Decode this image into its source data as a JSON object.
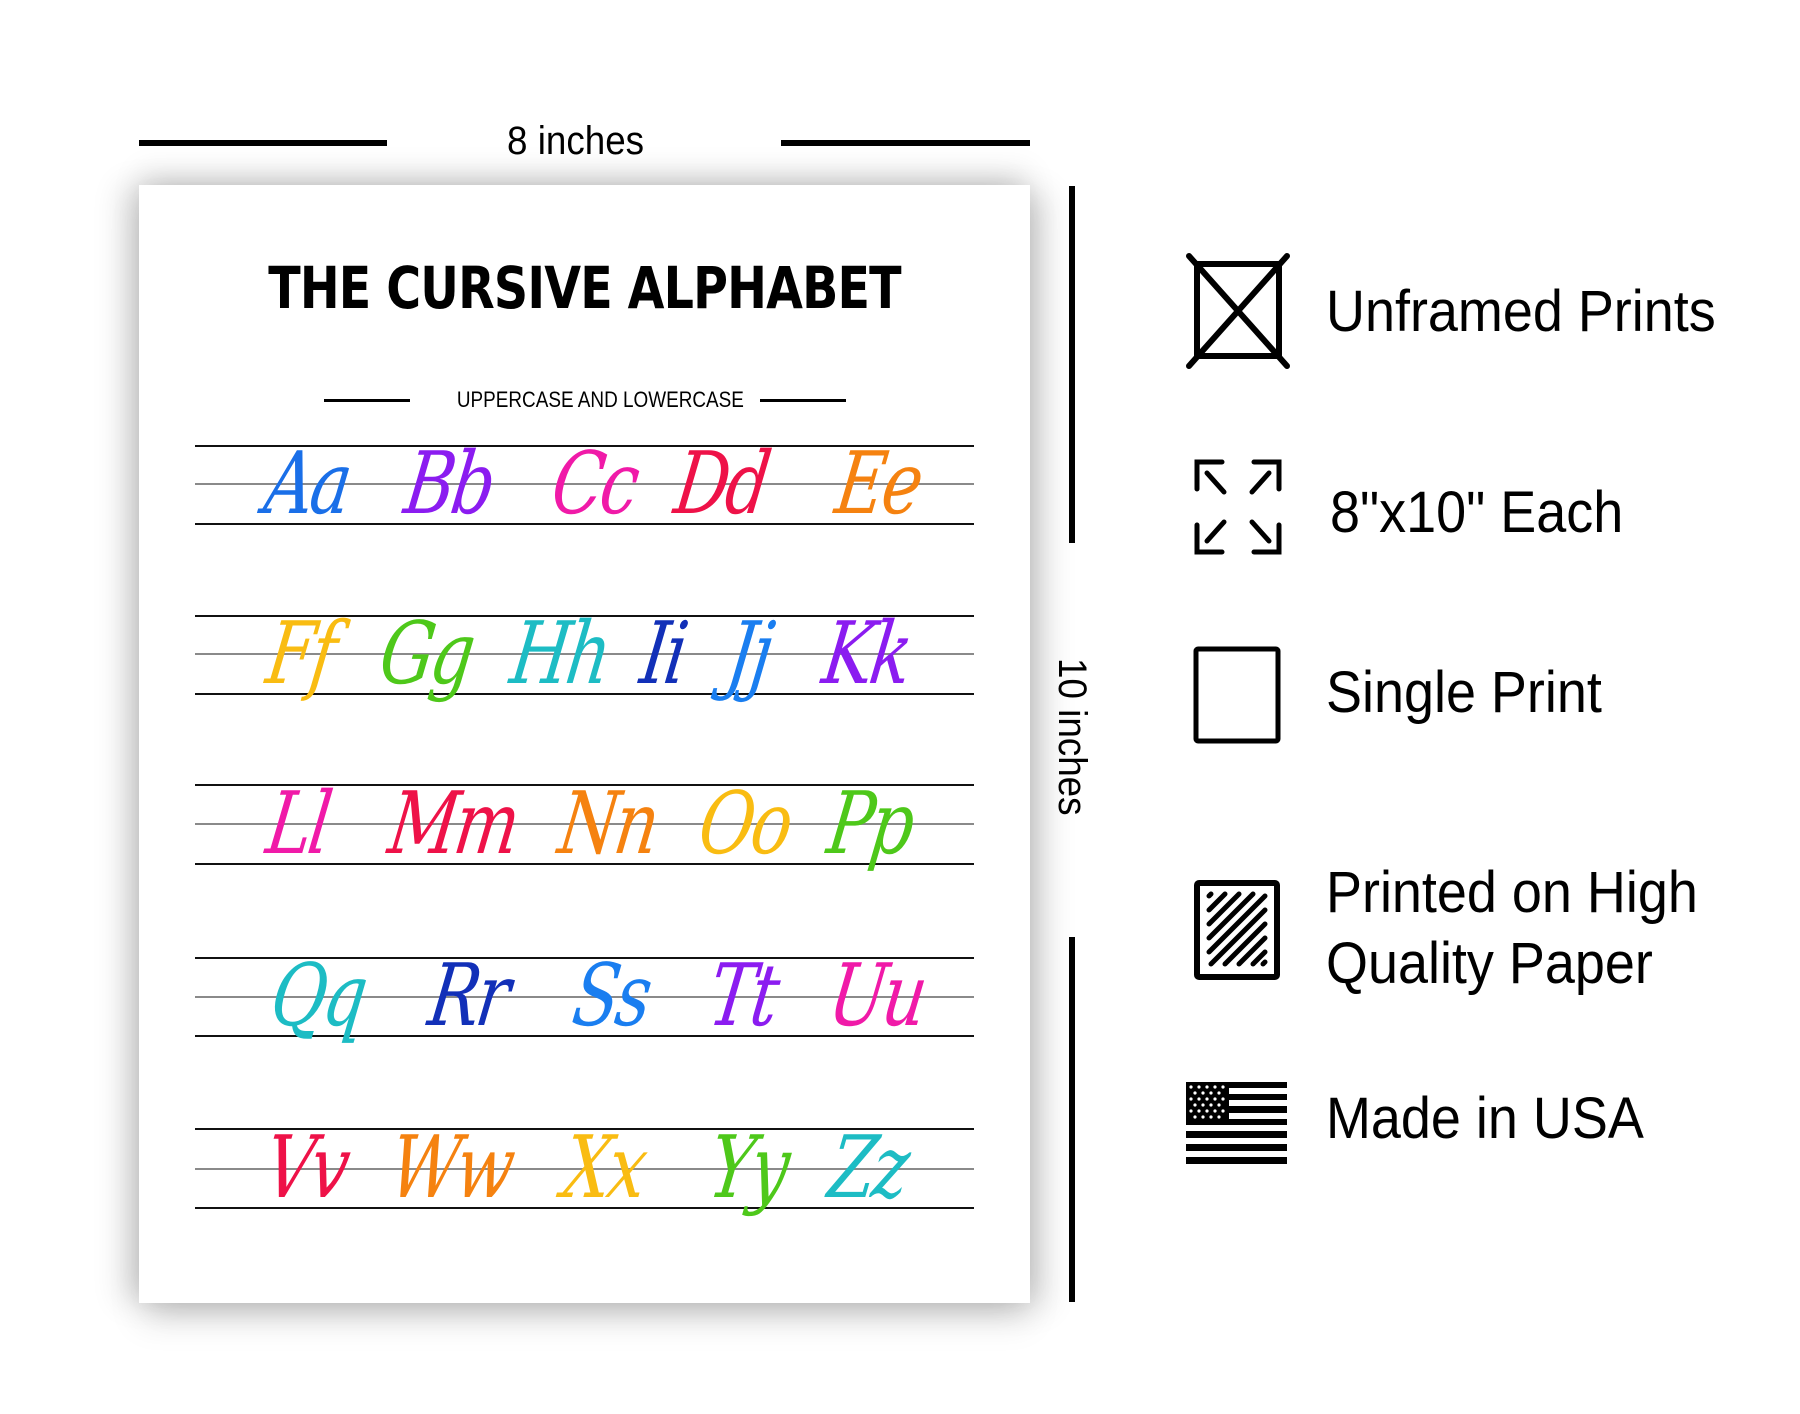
{
  "dimensions": {
    "width_label": "8 inches",
    "height_label": "10 inches"
  },
  "poster": {
    "title": "THE CURSIVE ALPHABET",
    "subtitle": "UPPERCASE AND LOWERCASE",
    "rows": [
      {
        "letters": [
          {
            "text": "Aa",
            "color": "#1a6fe8"
          },
          {
            "text": "Bb",
            "color": "#8b1cf0"
          },
          {
            "text": "Cc",
            "color": "#f01aa8"
          },
          {
            "text": "Dd",
            "color": "#ee1248"
          },
          {
            "text": "Ee",
            "color": "#f58210"
          }
        ]
      },
      {
        "letters": [
          {
            "text": "Ff",
            "color": "#f9bc12"
          },
          {
            "text": "Gg",
            "color": "#4ec81a"
          },
          {
            "text": "Hh",
            "color": "#1dbcc4"
          },
          {
            "text": "Ii",
            "color": "#1230b8"
          },
          {
            "text": "Jj",
            "color": "#1a7ef0"
          },
          {
            "text": "Kk",
            "color": "#8b1cf0"
          }
        ]
      },
      {
        "letters": [
          {
            "text": "Ll",
            "color": "#f01aa8"
          },
          {
            "text": "Mm",
            "color": "#ee1248"
          },
          {
            "text": "Nn",
            "color": "#f58210"
          },
          {
            "text": "Oo",
            "color": "#f9bc12"
          },
          {
            "text": "Pp",
            "color": "#4ec81a"
          }
        ]
      },
      {
        "letters": [
          {
            "text": "Qq",
            "color": "#1dbcc4"
          },
          {
            "text": "Rr",
            "color": "#1230b8"
          },
          {
            "text": "Ss",
            "color": "#1a7ef0"
          },
          {
            "text": "Tt",
            "color": "#8b1cf0"
          },
          {
            "text": "Uu",
            "color": "#f01aa8"
          }
        ]
      },
      {
        "letters": [
          {
            "text": "Vv",
            "color": "#ee1248"
          },
          {
            "text": "Ww",
            "color": "#f58210"
          },
          {
            "text": "Xx",
            "color": "#f9bc12"
          },
          {
            "text": "Yy",
            "color": "#4ec81a"
          },
          {
            "text": "Zz",
            "color": "#1dbcc4"
          }
        ]
      }
    ]
  },
  "features": [
    {
      "icon": "unframed-icon",
      "label": "Unframed Prints"
    },
    {
      "icon": "size-expand-icon",
      "label": "8\"x10\" Each"
    },
    {
      "icon": "single-print-icon",
      "label": "Single Print"
    },
    {
      "icon": "paper-quality-icon",
      "label_line1": "Printed on High",
      "label_line2": "Quality Paper"
    },
    {
      "icon": "usa-flag-icon",
      "label": "Made in USA"
    }
  ]
}
